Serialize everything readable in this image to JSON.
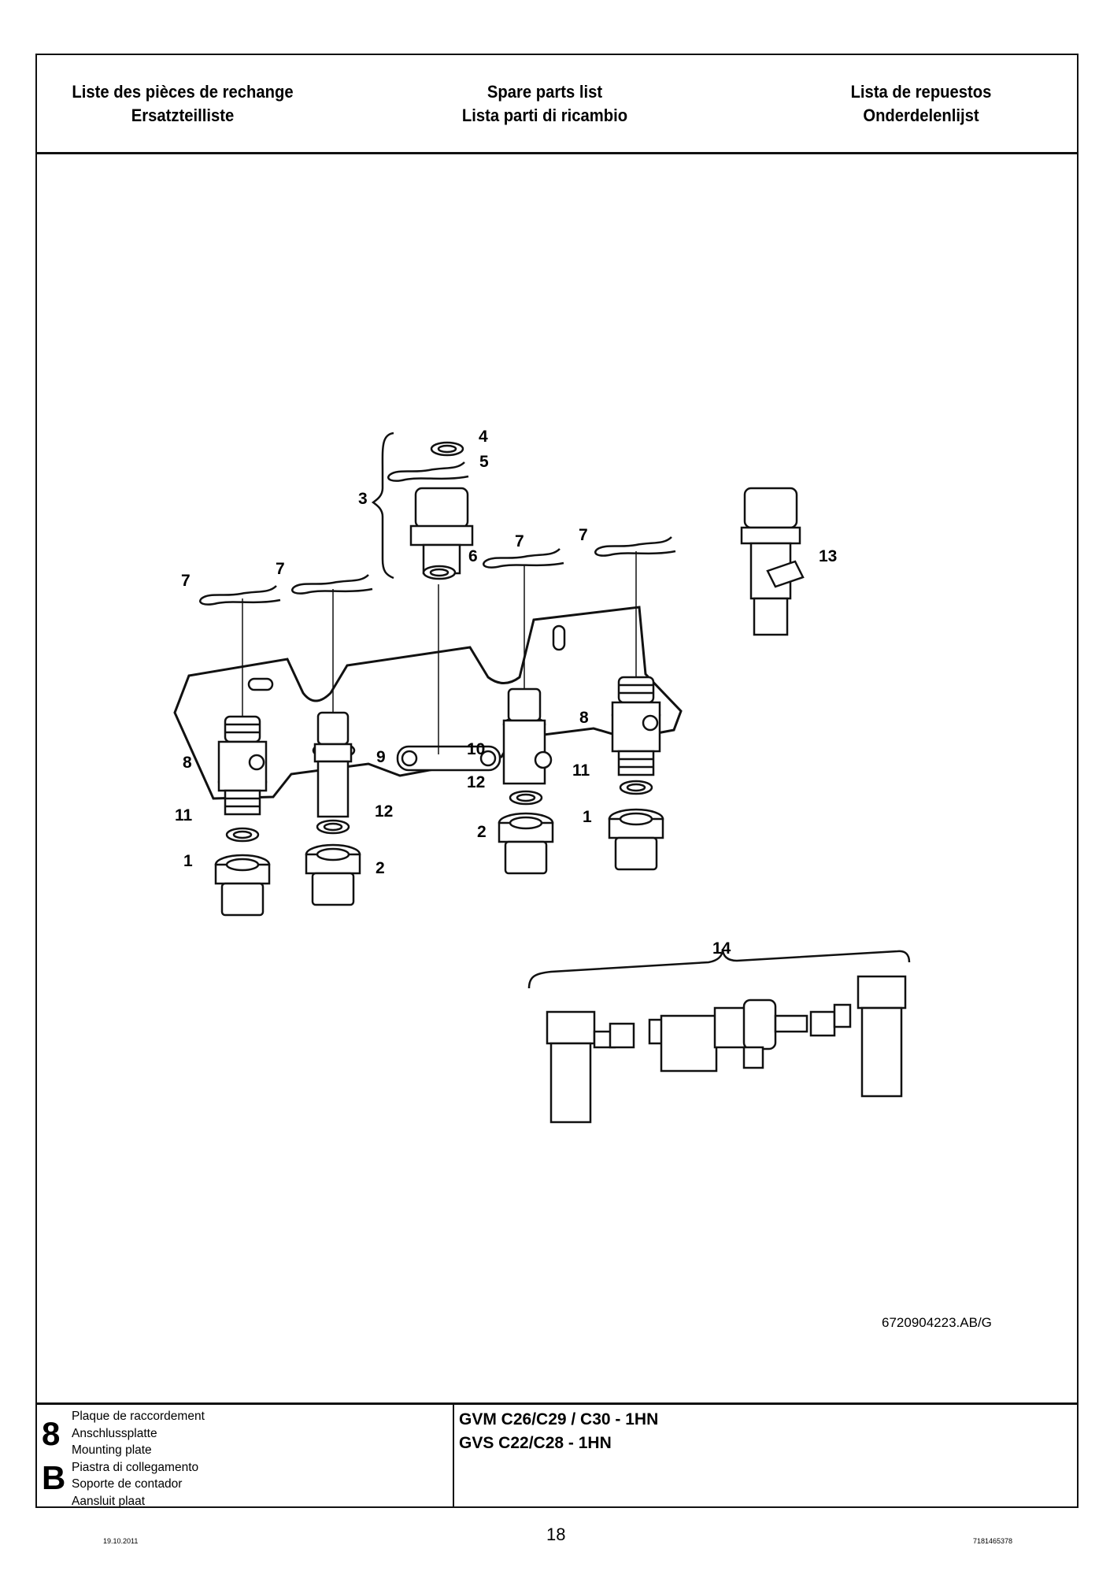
{
  "header": {
    "col1": [
      "Liste des pièces de rechange",
      "Ersatzteilliste"
    ],
    "col2": [
      "Spare parts list",
      "Lista parti di ricambio"
    ],
    "col3": [
      "Lista de repuestos",
      "Onderdelenlijst"
    ]
  },
  "drawing": {
    "reference": "6720904223.AB/G",
    "callouts": [
      "1",
      "2",
      "3",
      "4",
      "5",
      "6",
      "7",
      "8",
      "9",
      "10",
      "11",
      "12",
      "13",
      "14"
    ]
  },
  "footer": {
    "section_number": "8",
    "section_letter": "B",
    "titles": [
      "Plaque de raccordement",
      "Anschlussplatte",
      "Mounting plate",
      "Piastra di collegamento",
      "Soporte de contador",
      "Aansluit plaat"
    ],
    "models": [
      "GVM C26/C29 / C30 - 1HN",
      "GVS C22/C28 - 1HN"
    ]
  },
  "page": {
    "number": "18",
    "date": "19.10.2011",
    "doc_code": "7181465378"
  }
}
